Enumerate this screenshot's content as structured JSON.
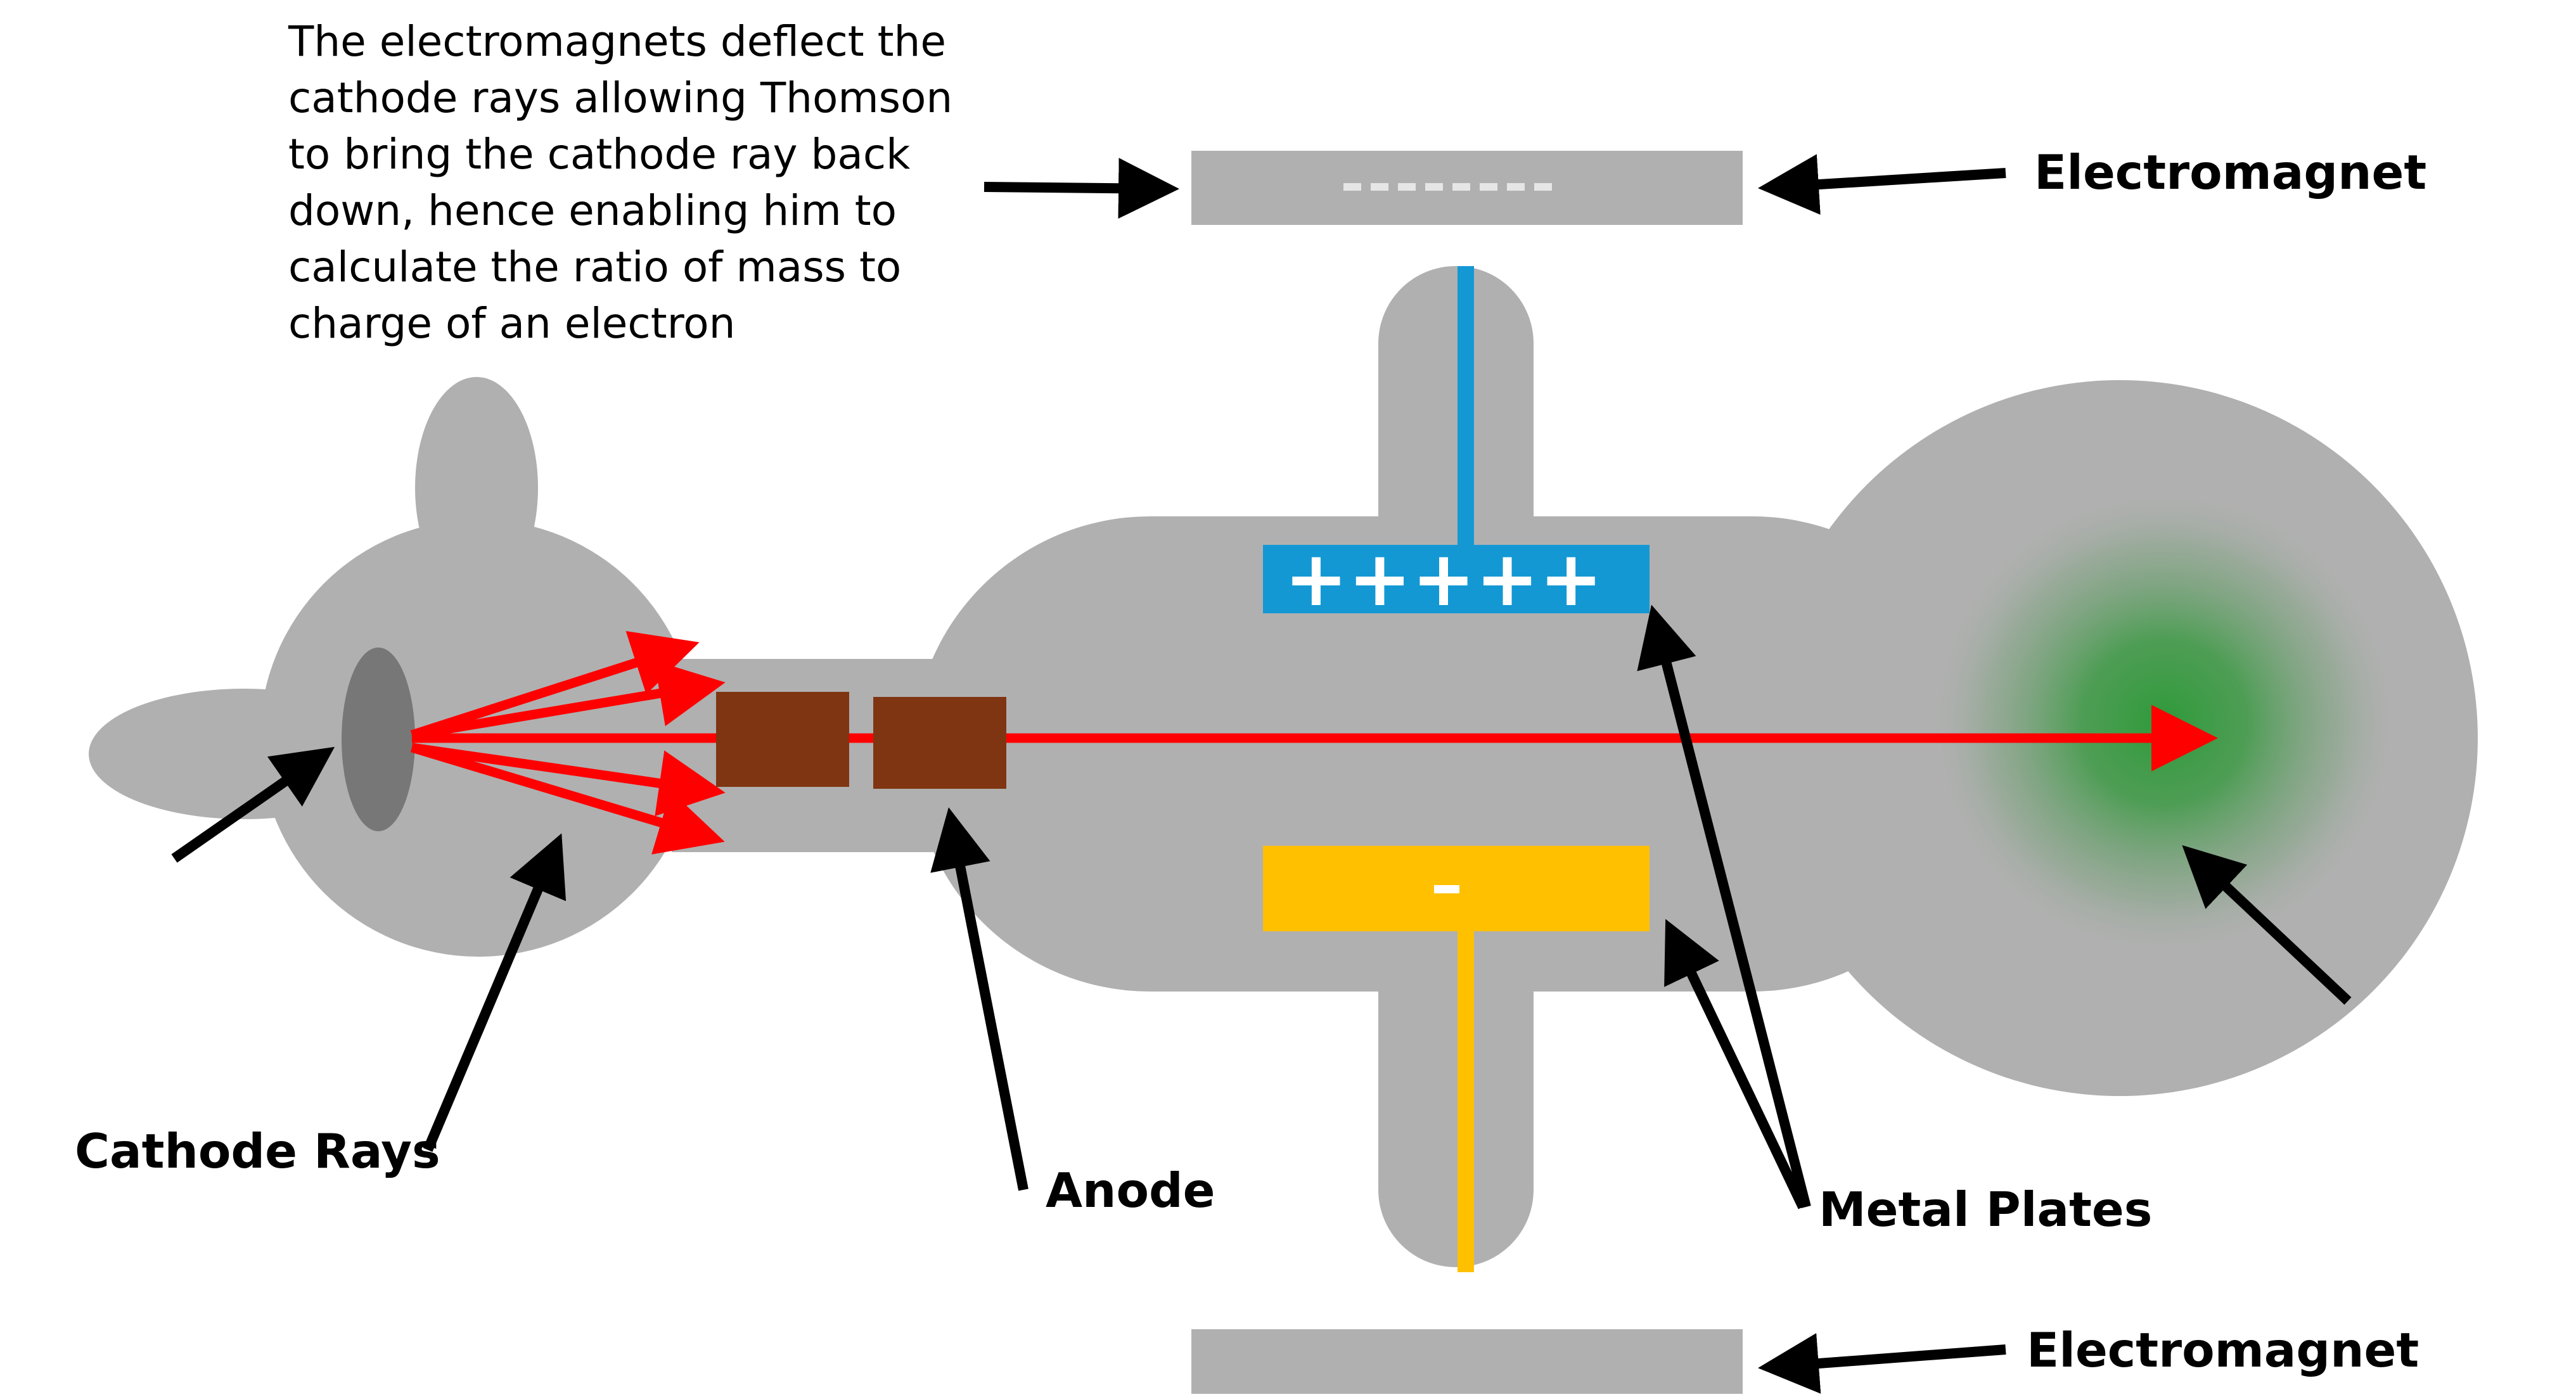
{
  "caption": {
    "lines": [
      "The electromagnets deflect the",
      "cathode rays allowing Thomson",
      "to bring the cathode ray back",
      "down, hence enabling him to",
      "calculate the ratio of mass to",
      "charge of an electron"
    ]
  },
  "labels": {
    "electromagnet_top": "Electromagnet",
    "electromagnet_bottom": "Electromagnet",
    "cathode_rays": "Cathode Rays",
    "anode": "Anode",
    "metal_plates": "Metal Plates"
  },
  "signs": {
    "electromagnet_top": "- - - - - - - -",
    "plate_top": "+++++",
    "plate_bottom": "-"
  },
  "colors": {
    "tube": "#b0b0b0",
    "cathode": "#777777",
    "ray": "#ff0000",
    "anode": "#7f3511",
    "plate_positive": "#1398d4",
    "plate_negative": "#ffc000",
    "glow": "#2f9a3a",
    "arrow": "#000000"
  }
}
